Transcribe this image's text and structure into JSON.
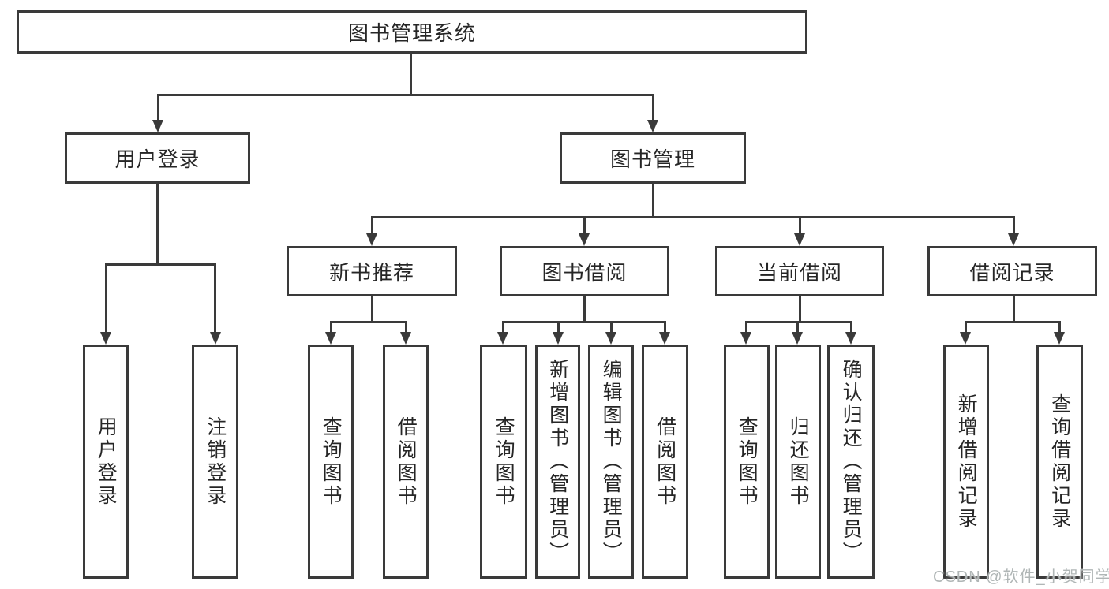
{
  "diagram": {
    "root": {
      "label": "图书管理系统"
    },
    "branches": [
      {
        "label": "用户登录",
        "children": [
          {
            "label": "用户登录"
          },
          {
            "label": "注销登录"
          }
        ]
      },
      {
        "label": "图书管理",
        "children": [
          {
            "label": "新书推荐",
            "children": [
              {
                "label": "查询图书"
              },
              {
                "label": "借阅图书"
              }
            ]
          },
          {
            "label": "图书借阅",
            "children": [
              {
                "label": "查询图书"
              },
              {
                "label": "新增图书（管理员）"
              },
              {
                "label": "编辑图书（管理员）"
              },
              {
                "label": "借阅图书"
              }
            ]
          },
          {
            "label": "当前借阅",
            "children": [
              {
                "label": "查询图书"
              },
              {
                "label": "归还图书"
              },
              {
                "label": "确认归还（管理员）"
              }
            ]
          },
          {
            "label": "借阅记录",
            "children": [
              {
                "label": "新增借阅记录"
              },
              {
                "label": "查询借阅记录"
              }
            ]
          }
        ]
      }
    ]
  },
  "watermark": {
    "text": "CSDN @软件_小贺同学"
  },
  "colors": {
    "line": "#3a3a3a",
    "box_border": "#3a3a3a",
    "box_fill": "#ffffff",
    "text": "#262626",
    "background": "#ffffff",
    "watermark": "#b0b6b6"
  }
}
